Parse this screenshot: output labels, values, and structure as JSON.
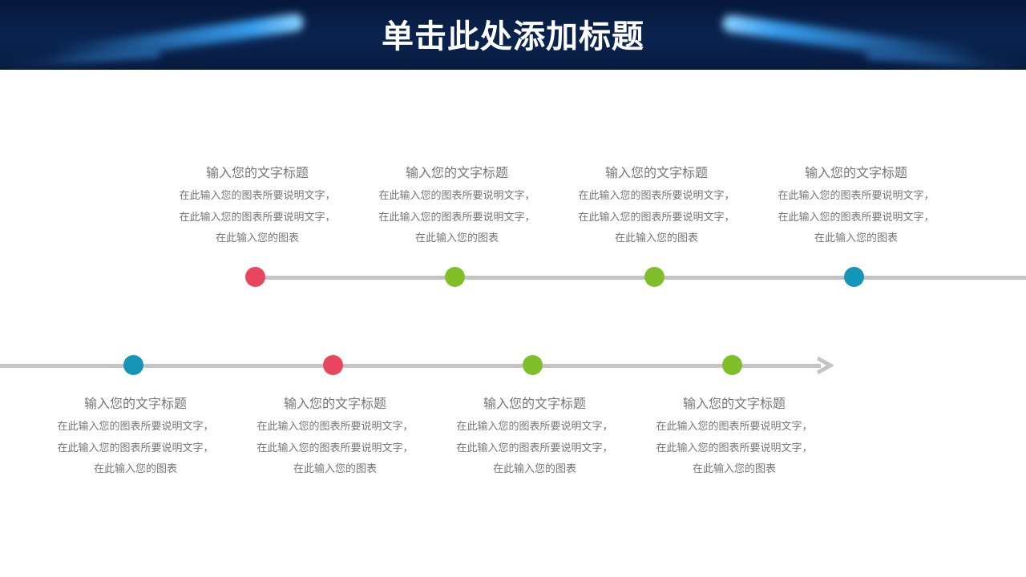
{
  "slide": {
    "title": "单击此处添加标题"
  },
  "colors": {
    "red": "#e8465e",
    "green": "#7fbf2a",
    "blue": "#1596b8",
    "line": "#c4c4c4",
    "text": "#767676"
  },
  "top_row": [
    {
      "title": "输入您的文字标题",
      "line1": "在此输入您的图表所要说明文字，",
      "line2": "在此输入您的图表所要说明文字，",
      "line3": "在此输入您的图表",
      "dot_color": "red"
    },
    {
      "title": "输入您的文字标题",
      "line1": "在此输入您的图表所要说明文字，",
      "line2": "在此输入您的图表所要说明文字，",
      "line3": "在此输入您的图表",
      "dot_color": "green"
    },
    {
      "title": "输入您的文字标题",
      "line1": "在此输入您的图表所要说明文字，",
      "line2": "在此输入您的图表所要说明文字，",
      "line3": "在此输入您的图表",
      "dot_color": "green"
    },
    {
      "title": "输入您的文字标题",
      "line1": "在此输入您的图表所要说明文字，",
      "line2": "在此输入您的图表所要说明文字，",
      "line3": "在此输入您的图表",
      "dot_color": "blue"
    }
  ],
  "bottom_row": [
    {
      "title": "输入您的文字标题",
      "line1": "在此输入您的图表所要说明文字，",
      "line2": "在此输入您的图表所要说明文字，",
      "line3": "在此输入您的图表",
      "dot_color": "blue"
    },
    {
      "title": "输入您的文字标题",
      "line1": "在此输入您的图表所要说明文字，",
      "line2": "在此输入您的图表所要说明文字，",
      "line3": "在此输入您的图表",
      "dot_color": "red"
    },
    {
      "title": "输入您的文字标题",
      "line1": "在此输入您的图表所要说明文字，",
      "line2": "在此输入您的图表所要说明文字，",
      "line3": "在此输入您的图表",
      "dot_color": "green"
    },
    {
      "title": "输入您的文字标题",
      "line1": "在此输入您的图表所要说明文字，",
      "line2": "在此输入您的图表所要说明文字，",
      "line3": "在此输入您的图表",
      "dot_color": "green"
    }
  ]
}
